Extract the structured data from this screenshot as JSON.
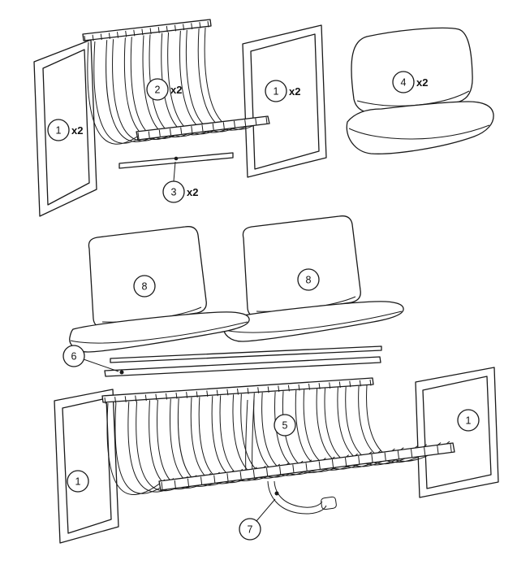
{
  "meta": {
    "background_color": "#ffffff",
    "line_color": "#1a1a1a"
  },
  "callouts": {
    "frame_top_left": {
      "num": "1",
      "qty": "x2"
    },
    "sling_small": {
      "num": "2",
      "qty": "x2"
    },
    "frame_top_right": {
      "num": "1",
      "qty": "x2"
    },
    "stretcher_bar": {
      "num": "3",
      "qty": "x2"
    },
    "cushion_set": {
      "num": "4",
      "qty": "x2"
    },
    "back_cushion_left": {
      "num": "8"
    },
    "back_cushion_right": {
      "num": "8"
    },
    "back_rail": {
      "num": "6"
    },
    "sling_large": {
      "num": "5"
    },
    "frame_bottom_left": {
      "num": "1"
    },
    "frame_bottom_right": {
      "num": "1"
    },
    "support_strap": {
      "num": "7"
    }
  }
}
